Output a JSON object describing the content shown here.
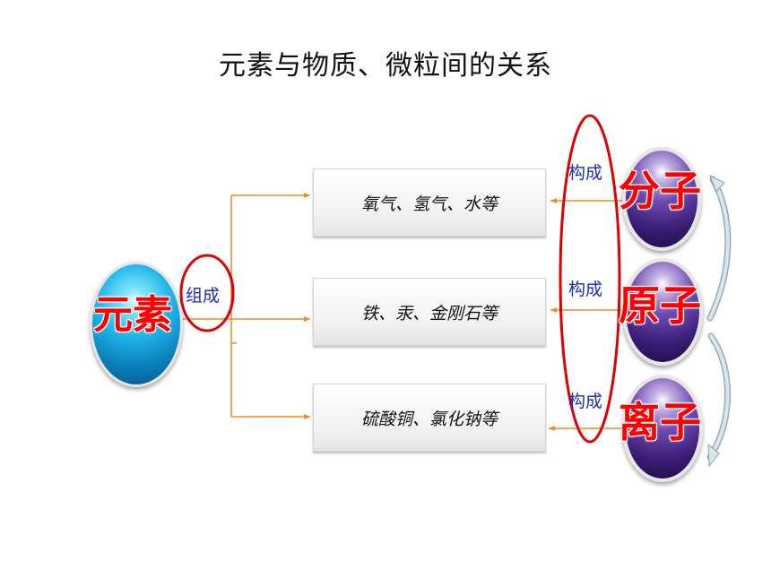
{
  "title": "元素与物质、微粒间的关系",
  "element_label": "元素",
  "compose_label": "组成",
  "constitute_label": "构成",
  "substances": [
    {
      "label": "氧气、氢气、水等"
    },
    {
      "label": "铁、汞、金刚石等"
    },
    {
      "label": "硫酸铜、氯化钠等"
    }
  ],
  "particles": [
    {
      "label": "分子"
    },
    {
      "label": "原子"
    },
    {
      "label": "离子"
    }
  ],
  "colors": {
    "arrow": "#f08a24",
    "highlight_ring": "#e00000",
    "big_text": "#ff0000",
    "label_text": "#1a2bb8"
  }
}
